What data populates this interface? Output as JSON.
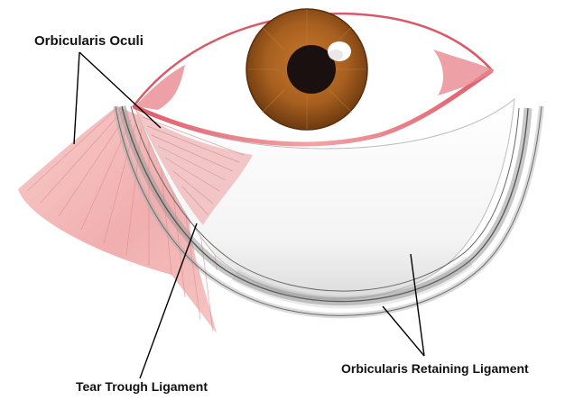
{
  "labels": {
    "orbicularis_oculi": "Orbicularis Oculi",
    "tear_trough_ligament": "Tear Trough Ligament",
    "orbicularis_retaining_ligament": "Orbicularis Retaining Ligament"
  },
  "colors": {
    "iris": "#a8601f",
    "iris_dark": "#6e3a10",
    "pupil": "#1a1010",
    "eyelid_pink": "#e87f86",
    "muscle_pink": "#f0a8a8",
    "ligament_gray": "#8a8a8a",
    "label_text": "#111111",
    "leader_line": "#000000"
  },
  "icons": {
    "iris_highlight": "catchlight-icon"
  }
}
